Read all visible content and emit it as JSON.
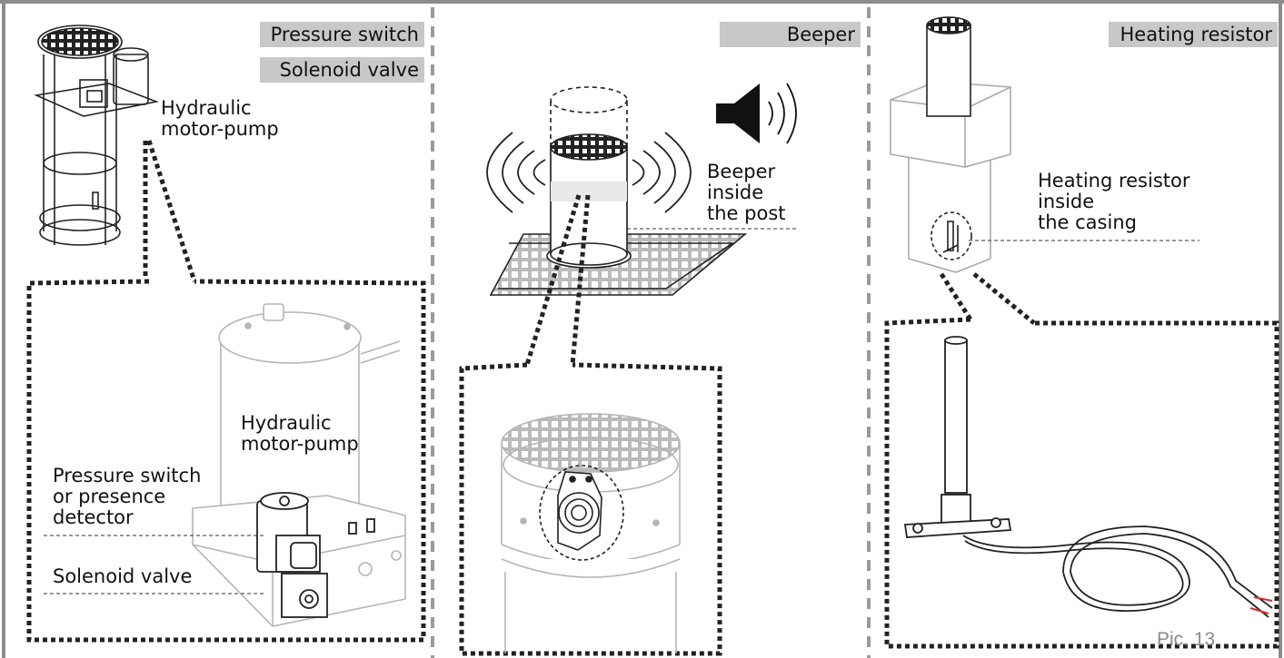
{
  "panels": {
    "left": {
      "tag_pressure": "Pressure switch",
      "tag_solenoid": "Solenoid valve",
      "label_pump_top": "Hydraulic\nmotor-pump",
      "label_pump_detail": "Hydraulic\nmotor-pump",
      "label_pressure_detail": "Pressure switch\nor presence\ndetector",
      "label_solenoid_detail": "Solenoid valve"
    },
    "middle": {
      "tag_beeper": "Beeper",
      "label_beeper": "Beeper\ninside\nthe post"
    },
    "right": {
      "tag_heating": "Heating resistor",
      "label_heating": "Heating resistor\ninside\nthe casing"
    }
  },
  "figure_caption": "Pic. 13",
  "colors": {
    "frame": "#8c8c8c",
    "tag_bg": "#c8c8c8",
    "ink": "#111111",
    "light": "#b5b5b5"
  }
}
